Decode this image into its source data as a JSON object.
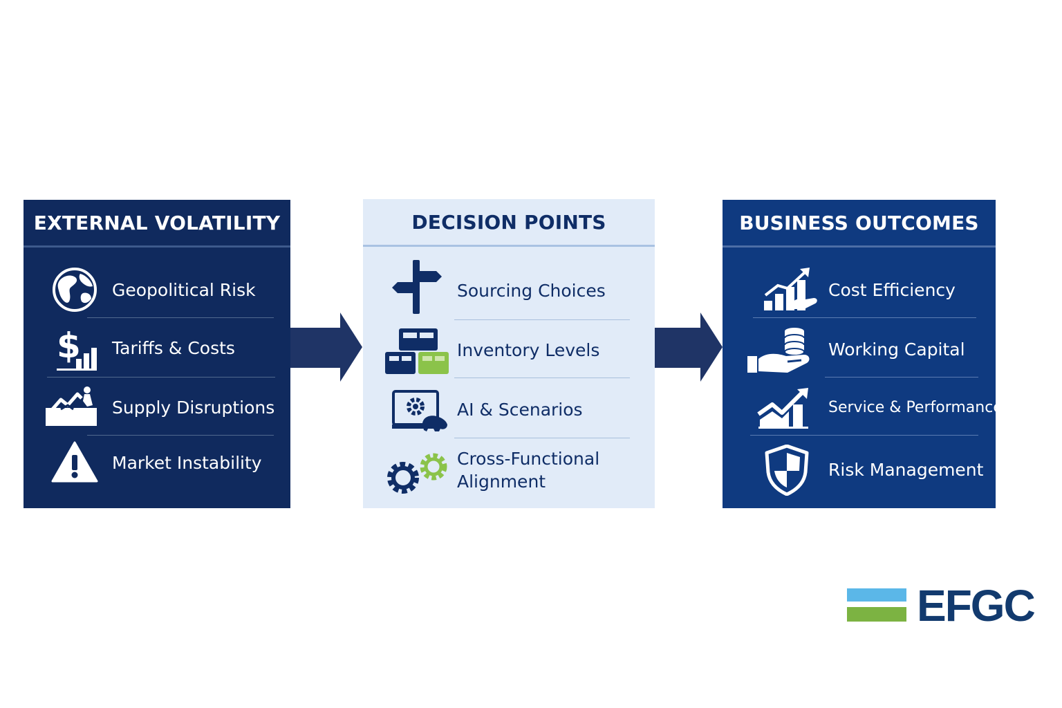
{
  "panels": {
    "external": {
      "title": "EXTERNAL VOLATILITY",
      "items": [
        {
          "label": "Geopolitical Risk",
          "icon": "globe-icon"
        },
        {
          "label": "Tariffs & Costs",
          "icon": "dollar-chart-icon"
        },
        {
          "label": "Supply Disruptions",
          "icon": "disruption-icon"
        },
        {
          "label": "Market Instability",
          "icon": "warning-icon"
        }
      ]
    },
    "decision": {
      "title": "DECISION POINTS",
      "items": [
        {
          "label": "Sourcing Choices",
          "icon": "signpost-icon"
        },
        {
          "label": "Inventory Levels",
          "icon": "boxes-icon"
        },
        {
          "label": "AI & Scenarios",
          "icon": "monitor-gear-icon"
        },
        {
          "label_line1": "Cross-Functional",
          "label_line2": "Alignment",
          "icon": "gears-icon"
        }
      ]
    },
    "outcomes": {
      "title": "BUSINESS OUTCOMES",
      "items": [
        {
          "label": "Cost Efficiency",
          "icon": "growth-chart-hand-icon"
        },
        {
          "label": "Working Capital",
          "icon": "coins-hand-icon"
        },
        {
          "label": "Service & Performance",
          "icon": "trend-chart-icon"
        },
        {
          "label": "Risk Management",
          "icon": "shield-icon"
        }
      ]
    }
  },
  "logo": {
    "text": "EFGC"
  },
  "colors": {
    "navy": "#102a5e",
    "blue": "#0f3a80",
    "light": "#e1ebf8",
    "green": "#8bc34a",
    "sky": "#5bb7e8"
  }
}
